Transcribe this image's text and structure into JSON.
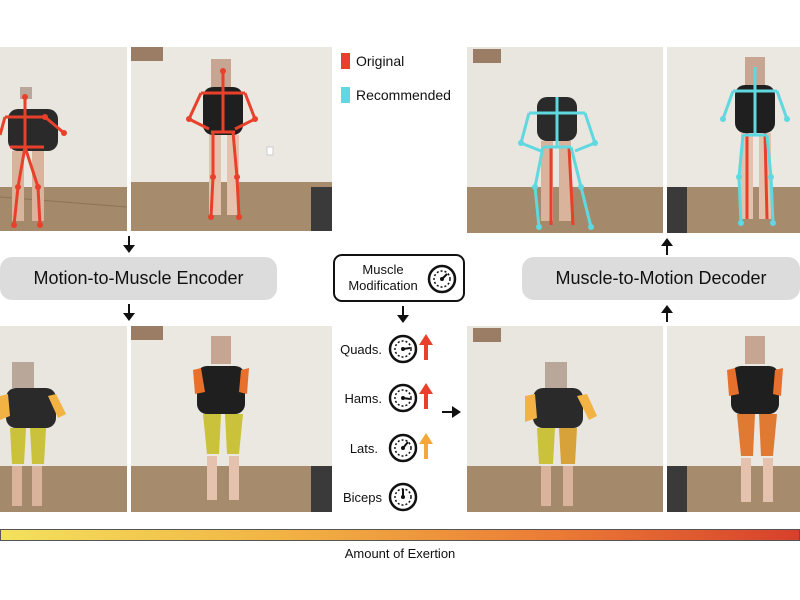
{
  "legend": {
    "original": {
      "label": "Original",
      "color": "#e8402a"
    },
    "recommended": {
      "label": "Recommended",
      "color": "#5fd8e0"
    }
  },
  "encoder": {
    "label": "Motion-to-Muscle Encoder"
  },
  "decoder": {
    "label": "Muscle-to-Motion Decoder"
  },
  "muscle_modification": {
    "label": "Muscle Modification"
  },
  "muscles": [
    {
      "name": "Quads.",
      "change": "increase",
      "color": "#e8402a"
    },
    {
      "name": "Hams.",
      "change": "increase",
      "color": "#e8402a"
    },
    {
      "name": "Lats.",
      "change": "increase",
      "color": "#f2a93b"
    },
    {
      "name": "Biceps",
      "change": "none",
      "color": ""
    }
  ],
  "exertion_scale": {
    "label": "Amount of Exertion",
    "colors": [
      "#f3e15c",
      "#f2b344",
      "#ea7a35",
      "#d7402b"
    ]
  }
}
